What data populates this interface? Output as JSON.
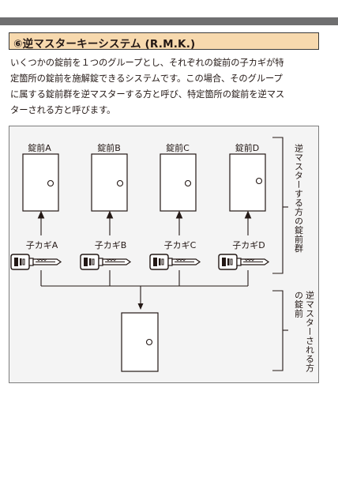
{
  "title": "⑥逆マスターキーシステム (R.M.K.)",
  "description_lines": [
    "いくつかの錠前を１つのグループとし、それぞれの錠前の子カギが特",
    "定箇所の錠前を施解錠できるシステムです。この場合、そのグループ",
    "に属する錠前群を逆マスターする方と呼び、特定箇所の錠前を逆マス",
    "ターされる方と呼びます。"
  ],
  "diagram": {
    "locks": [
      {
        "label": "錠前A",
        "key_label": "子カギA"
      },
      {
        "label": "錠前B",
        "key_label": "子カギB"
      },
      {
        "label": "錠前C",
        "key_label": "子カギC"
      },
      {
        "label": "錠前D",
        "key_label": "子カギD"
      }
    ],
    "group_label_upper": "逆マスターする方の錠前群",
    "group_label_lower_line1": "逆マスターされる方",
    "group_label_lower_line2": "の錠前",
    "colors": {
      "panel_bg": "#f4f4f4",
      "title_bg": "#f7d9ae",
      "top_bar": "#6f6f70",
      "line": "#231815"
    }
  }
}
